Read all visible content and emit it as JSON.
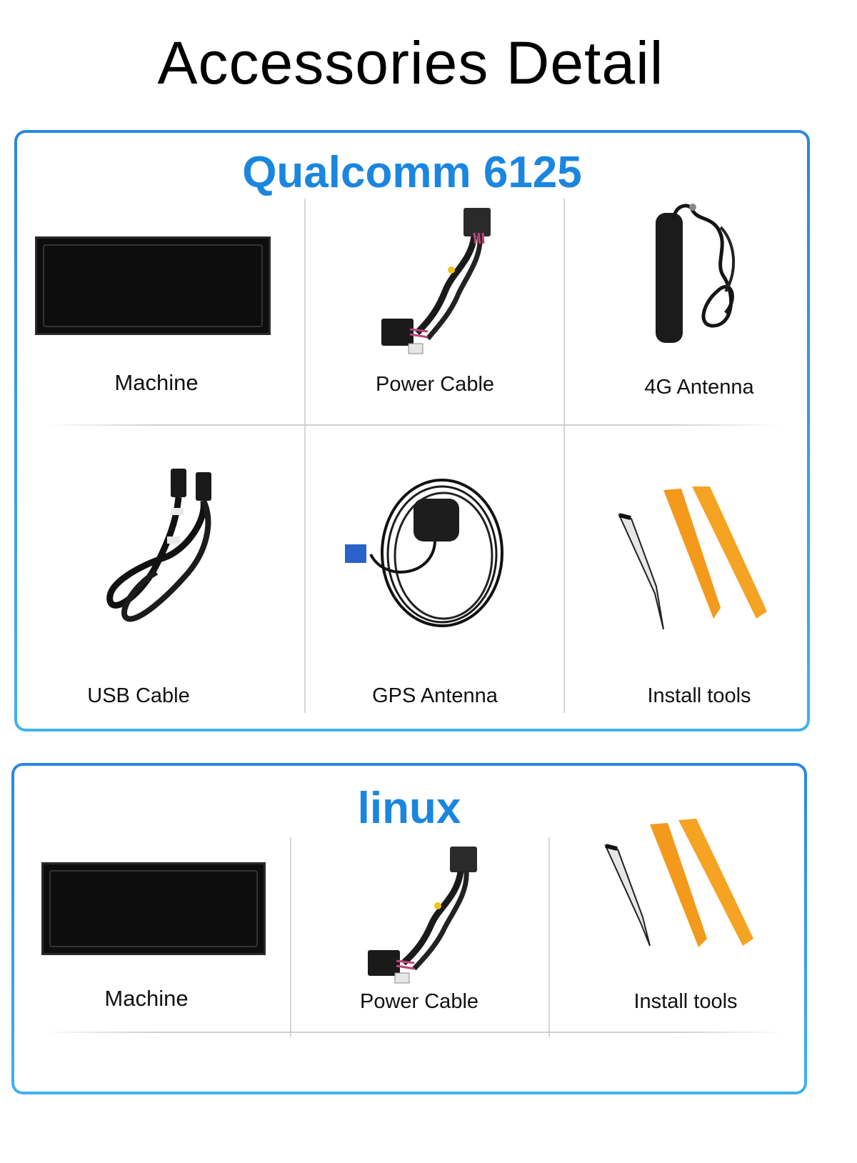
{
  "page": {
    "title": "Accessories Detail"
  },
  "sections": [
    {
      "heading": "Qualcomm 6125",
      "items": [
        {
          "label": "Machine",
          "icon": "machine-screen-icon"
        },
        {
          "label": "Power Cable",
          "icon": "power-cable-icon"
        },
        {
          "label": "4G Antenna",
          "icon": "4g-antenna-icon"
        },
        {
          "label": "USB Cable",
          "icon": "usb-cable-icon"
        },
        {
          "label": "GPS Antenna",
          "icon": "gps-antenna-icon"
        },
        {
          "label": "Install tools",
          "icon": "install-tools-icon"
        }
      ]
    },
    {
      "heading": "linux",
      "items": [
        {
          "label": "Machine",
          "icon": "machine-screen-icon"
        },
        {
          "label": "Power Cable",
          "icon": "power-cable-icon"
        },
        {
          "label": "Install tools",
          "icon": "install-tools-icon"
        }
      ]
    }
  ],
  "colors": {
    "accent": "#1a86e0",
    "border_top": "#2a86e2",
    "border_bottom": "#3fb2ef",
    "tool_orange": "#f39a1c"
  }
}
